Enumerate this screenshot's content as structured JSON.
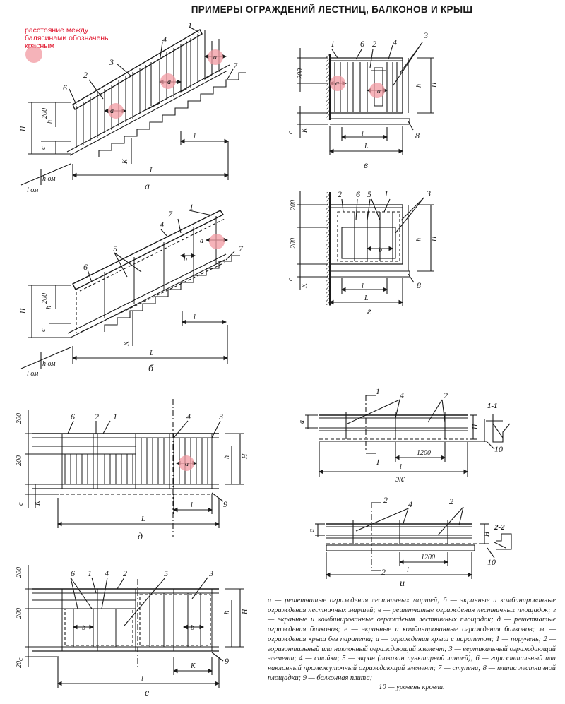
{
  "title": "ПРИМЕРЫ ОГРАЖДЕНИЙ ЛЕСТНИЦ, БАЛКОНОВ И КРЫШ",
  "note": "расстояние между балясинами обозначены красным",
  "colors": {
    "ink": "#1a1a1a",
    "note": "#e0142c",
    "highlight": "#f29aa2"
  },
  "figures": {
    "a": {
      "caption": "а",
      "numbers": [
        "1",
        "2",
        "3",
        "4",
        "6",
        "7"
      ],
      "letters": [
        "a",
        "a",
        "a",
        "H",
        "h",
        "200",
        "c",
        "K",
        "l",
        "L",
        "h ом",
        "l ом"
      ]
    },
    "b": {
      "caption": "б",
      "numbers": [
        "1",
        "4",
        "5",
        "6",
        "7",
        "7"
      ],
      "letters": [
        "a",
        "b",
        "H",
        "h",
        "200",
        "c",
        "K",
        "l",
        "L",
        "h ом",
        "l ом"
      ]
    },
    "v": {
      "caption": "в",
      "numbers": [
        "1",
        "2",
        "3",
        "4",
        "6",
        "8"
      ],
      "letters": [
        "a",
        "a",
        "200",
        "h",
        "H",
        "c",
        "K",
        "l",
        "L"
      ]
    },
    "g": {
      "caption": "г",
      "numbers": [
        "1",
        "2",
        "3",
        "5",
        "6",
        "8"
      ],
      "letters": [
        "b",
        "200",
        "200",
        "h",
        "H",
        "c",
        "K",
        "l",
        "L"
      ]
    },
    "d": {
      "caption": "д",
      "numbers": [
        "1",
        "2",
        "3",
        "4",
        "6",
        "9"
      ],
      "letters": [
        "a",
        "200",
        "200",
        "h",
        "H",
        "c",
        "K",
        "l",
        "L"
      ]
    },
    "e": {
      "caption": "е",
      "numbers": [
        "1",
        "2",
        "3",
        "4",
        "5",
        "6",
        "9"
      ],
      "letters": [
        "b",
        "b",
        "200",
        "200",
        "20",
        "h",
        "H",
        "c",
        "K",
        "l",
        "L"
      ]
    },
    "zh": {
      "caption": "ж",
      "numbers": [
        "1",
        "1",
        "4",
        "2",
        "10"
      ],
      "letters": [
        "a",
        "H",
        "1200",
        "l",
        "L"
      ],
      "section": "1-1"
    },
    "i": {
      "caption": "и",
      "numbers": [
        "2",
        "2",
        "4",
        "2",
        "10"
      ],
      "letters": [
        "a",
        "H",
        "1200",
        "l",
        "L"
      ],
      "section": "2-2"
    }
  },
  "legend": {
    "text": "а — решетчатые ограждения лестничных маршей; б — экранные и комбинированные ограждения лестничных маршей; в — решетчатые ограждения лестничных площадок; г — экранные и комбинированные ограждения лестничных площадок; д — решетчатые ограждения балконов; е — экранные и комбинированные ограждения балконов; ж — ограждения крыш без парапета; и — ограждения крыш с парапетом; 1 — поручень; 2 — горизонтальный или наклонный ограждающий элемент; 3 — вертикальный ограждающий элемент; 4 — стойка; 5 — экран (показан пунктирной линией); 6 — горизонтальный или наклонный промежуточный ограждающий элемент; 7 — ступени; 8 — плита лестничной площадки; 9 — балконная плита;",
    "last": "10 — уровень кровли."
  }
}
